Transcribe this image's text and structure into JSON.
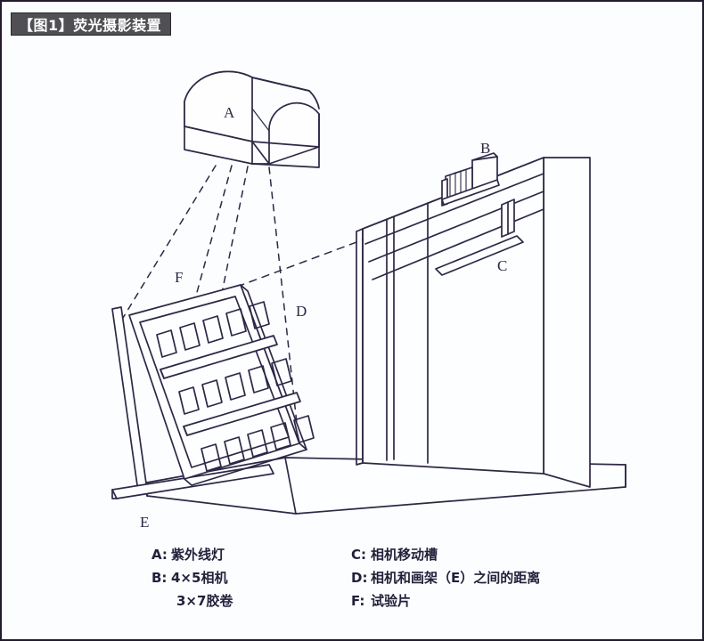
{
  "figure": {
    "title": "【图1】荧光摄影装置",
    "background_color": "#fbfdff",
    "title_bar_color": "#4f4f54",
    "ink_color": "#2e2745",
    "border_color": "#211b2b"
  },
  "callouts": {
    "a": "A",
    "b": "B",
    "c": "C",
    "d": "D",
    "e": "E",
    "f": "F"
  },
  "legend": {
    "left": [
      {
        "key": "A:",
        "text": "紫外线灯",
        "indent": false
      },
      {
        "key": "B:",
        "text": "4×5相机",
        "indent": false
      },
      {
        "key": "",
        "text": "3×7胶卷",
        "indent": true
      }
    ],
    "right": [
      {
        "key": "C:",
        "text": "相机移动槽",
        "indent": false
      },
      {
        "key": "D:",
        "text": "相机和画架（E）之间的距离",
        "indent": false
      },
      {
        "key": "F:",
        "text": "试验片",
        "indent": false
      }
    ]
  }
}
